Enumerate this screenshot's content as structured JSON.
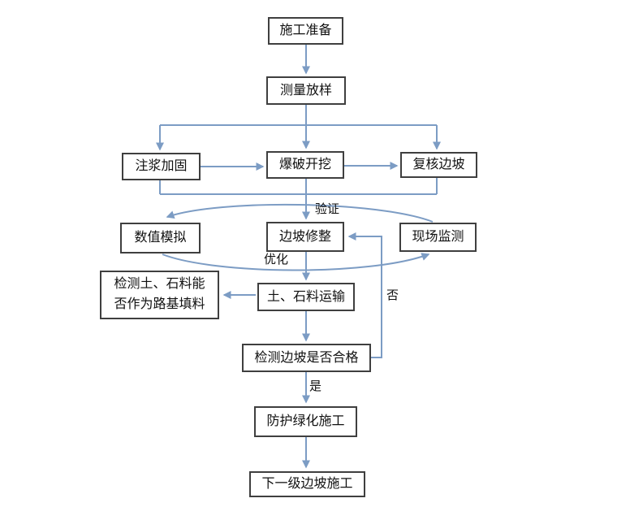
{
  "diagram": {
    "type": "flowchart",
    "language": "zh-CN",
    "nodes": {
      "prep": "施工准备",
      "survey": "测量放样",
      "grout": "注浆加固",
      "blast": "爆破开挖",
      "review": "复核边坡",
      "simulate": "数值模拟",
      "trim": "边坡修整",
      "monitor": "现场监测",
      "soil_test": "检测土、石料能\n否作为路基填料",
      "transport": "土、石料运输",
      "inspect": "检测边坡是否合格",
      "greening": "防护绿化施工",
      "next_slope": "下一级边坡施工"
    },
    "edge_labels": {
      "verify": "验证",
      "optimize": "优化",
      "no": "否",
      "yes": "是"
    },
    "colors": {
      "connector": "#7C9CC4",
      "box_border": "#3F3F3F",
      "text": "#111111",
      "background": "#FFFFFF"
    }
  }
}
